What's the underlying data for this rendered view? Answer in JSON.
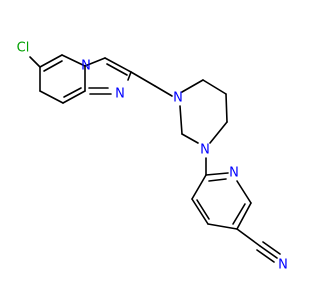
{
  "diagram": {
    "type": "chemical-structure",
    "atom_labels": {
      "chlorine": "Cl",
      "bridgehead_nitrogen": "N",
      "imidazole_nitrogen": "N",
      "piperazine_nitrogen_top": "N",
      "piperazine_nitrogen_bottom": "N",
      "pyridine_nitrogen": "N",
      "nitrile_nitrogen": "N"
    },
    "colors": {
      "bond": "#000000",
      "nitrogen": "#0000ff",
      "chlorine": "#00a000",
      "background": "#ffffff"
    }
  }
}
